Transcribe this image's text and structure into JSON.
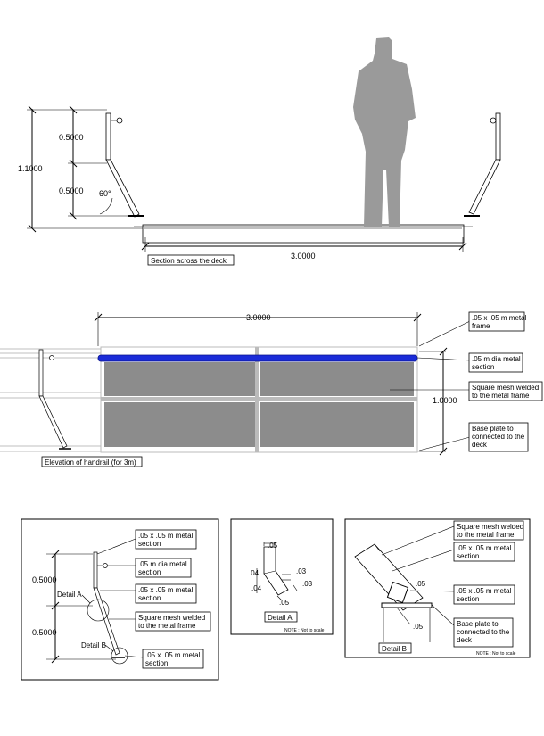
{
  "section": {
    "dim_upper": "0.5000",
    "dim_lower": "0.5000",
    "dim_total": "1.1000",
    "angle": "60°",
    "width": "3.0000",
    "caption": "Section across the deck"
  },
  "elevation": {
    "width": "3.0000",
    "height": "1.0000",
    "caption": "Elevation of handrail (for 3m)",
    "callouts": [
      [
        ".05 x .05 m metal",
        "frame"
      ],
      [
        ".05 m dia metal",
        "section"
      ],
      [
        "Square mesh welded",
        "to the metal frame"
      ],
      [
        "Base plate to",
        "connected to the",
        "deck"
      ]
    ]
  },
  "detail_left": {
    "dim_upper": "0.5000",
    "dim_lower": "0.5000",
    "label_a": "Detail A",
    "label_b": "Detail B",
    "callouts": [
      [
        ".05 x .05 m metal",
        "section"
      ],
      [
        ".05 m dia metal",
        "section"
      ],
      [
        ".05 x .05 m metal",
        "section"
      ],
      [
        "Square mesh welded",
        "to the metal frame"
      ],
      [
        ".05 x .05 m metal",
        "section"
      ]
    ]
  },
  "detail_a": {
    "dims": [
      ".05",
      ".04",
      ".04",
      ".03",
      ".03",
      ".05"
    ],
    "caption": "Detail A",
    "note": "NOTE : Not to scale"
  },
  "detail_b": {
    "dims": [
      ".05",
      ".05"
    ],
    "caption": "Detail B",
    "note": "NOTE : Not to scale",
    "callouts": [
      [
        "Square mesh welded",
        "to the metal frame"
      ],
      [
        ".05 x .05 m metal",
        "section"
      ],
      [
        ".05 x .05 m metal",
        "section"
      ],
      [
        "Base plate to",
        "connected to the",
        "deck"
      ]
    ]
  },
  "colors": {
    "rail_highlight": "#1a2bd8",
    "mesh_fill": "#8c8c8c",
    "figure_fill": "#9a9a9a"
  }
}
